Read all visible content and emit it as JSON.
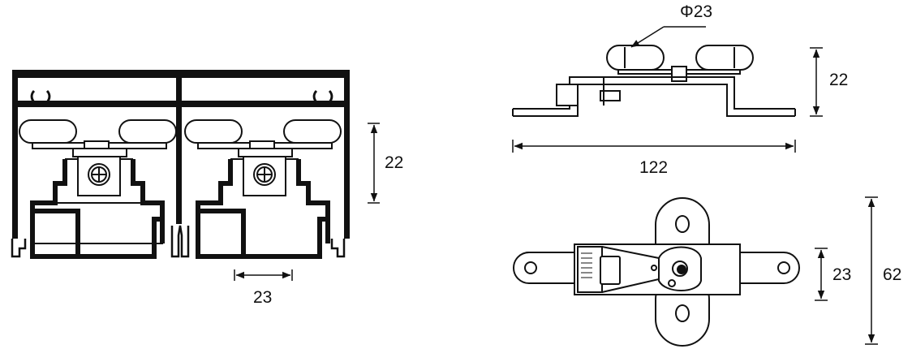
{
  "dimensions": {
    "section_height": "22",
    "section_wheel_gap": "23",
    "side_wheel_diameter": "Φ23",
    "side_height": "22",
    "side_length": "122",
    "top_width": "23",
    "top_overall": "62"
  },
  "colors": {
    "line": "#111111",
    "fill": "#ffffff",
    "background": "#ffffff"
  },
  "icons": {
    "screw": "phillips-screw-icon",
    "arrow": "dimension-arrow-icon"
  }
}
